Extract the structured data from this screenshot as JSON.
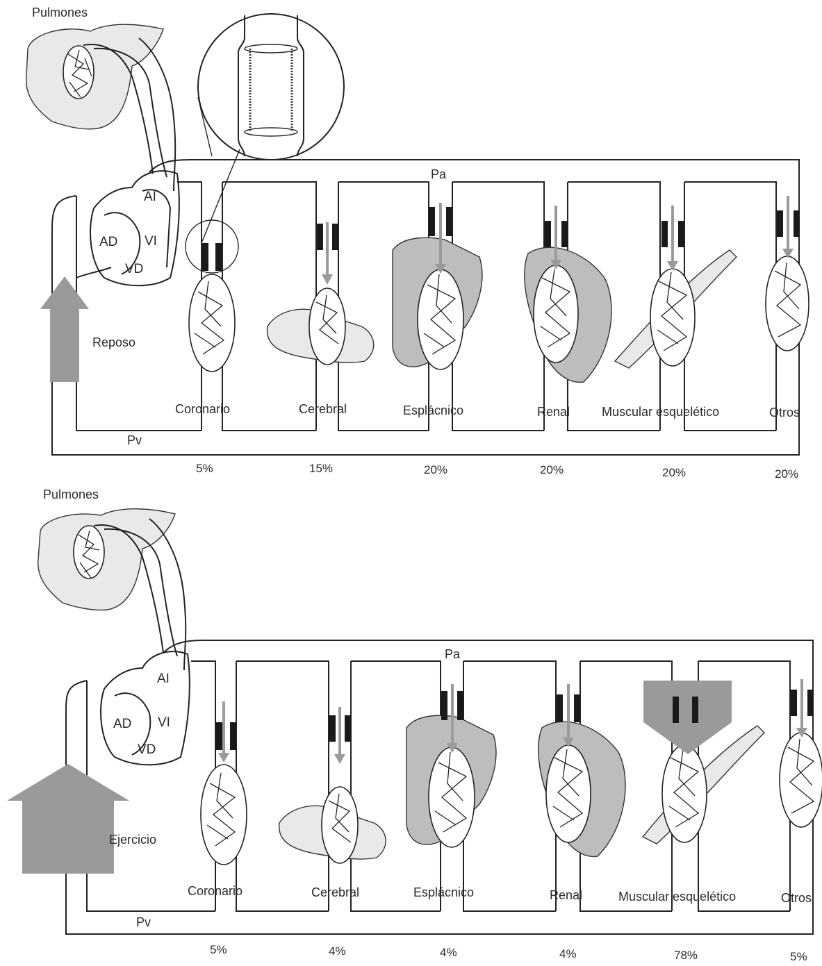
{
  "panels": [
    {
      "lungs_label": "Pulmones",
      "state_label": "Reposo",
      "pa_label": "Pa",
      "pv_label": "Pv",
      "heart": {
        "ai": "AI",
        "vi": "VI",
        "ad": "AD",
        "vd": "VD"
      },
      "beds": [
        {
          "label": "Coronario",
          "percent": "5%"
        },
        {
          "label": "Cerebral",
          "percent": "15%"
        },
        {
          "label": "Esplácnico",
          "percent": "20%"
        },
        {
          "label": "Renal",
          "percent": "20%"
        },
        {
          "label": "Muscular esquelético",
          "percent": "20%"
        },
        {
          "label": "Otros",
          "percent": "20%"
        }
      ]
    },
    {
      "lungs_label": "Pulmones",
      "state_label": "Ejercicio",
      "pa_label": "Pa",
      "pv_label": "Pv",
      "heart": {
        "ai": "AI",
        "vi": "VI",
        "ad": "AD",
        "vd": "VD"
      },
      "beds": [
        {
          "label": "Coronario",
          "percent": "5%"
        },
        {
          "label": "Cerebral",
          "percent": "4%"
        },
        {
          "label": "Esplácnico",
          "percent": "4%"
        },
        {
          "label": "Renal",
          "percent": "4%"
        },
        {
          "label": "Muscular esquelético",
          "percent": "78%"
        },
        {
          "label": "Otros",
          "percent": "5%"
        }
      ]
    }
  ],
  "colors": {
    "arrow": "#9a9a9a",
    "valve": "#1a1a1a",
    "line": "#222222"
  }
}
